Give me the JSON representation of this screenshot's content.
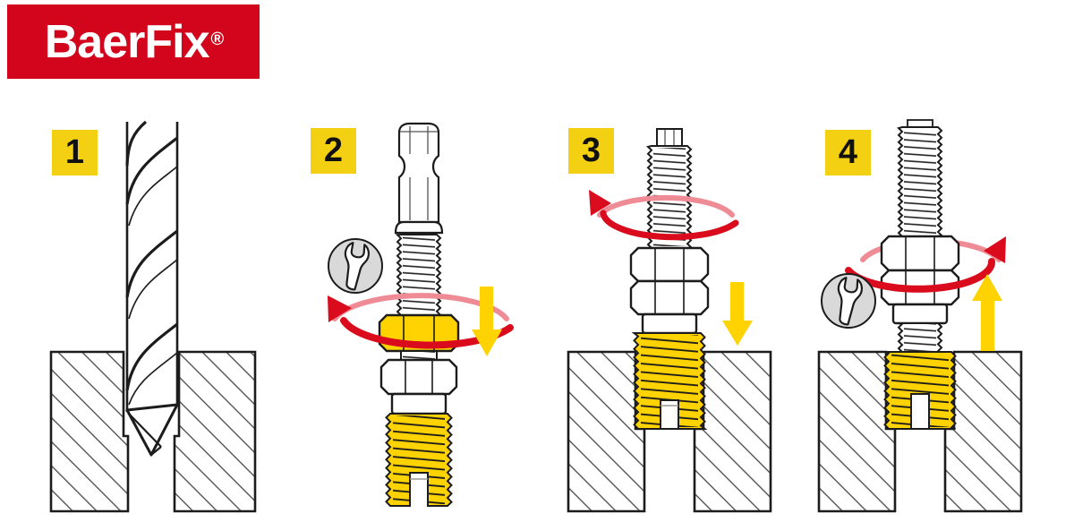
{
  "logo": {
    "text": "BaerFix",
    "registered_mark": "®"
  },
  "steps": [
    {
      "number": "1",
      "icons": [
        "drill-bit",
        "workpiece-cross-section"
      ]
    },
    {
      "number": "2",
      "icons": [
        "wrench-icon",
        "rotate-clockwise-arrow-icon",
        "arrow-down-icon",
        "thread-insert-tool"
      ]
    },
    {
      "number": "3",
      "icons": [
        "rotate-clockwise-arrow-icon",
        "arrow-down-icon",
        "thread-insert",
        "workpiece-cross-section"
      ]
    },
    {
      "number": "4",
      "icons": [
        "wrench-icon",
        "rotate-counterclockwise-arrow-icon",
        "arrow-up-icon",
        "thread-insert",
        "workpiece-cross-section"
      ]
    }
  ],
  "colors": {
    "brand-red": "#d2051c",
    "arrow-red": "#d90b1c",
    "arrow-red-light": "#ee8b94",
    "badge-yellow": "#f4d013",
    "accent-yellow": "#ffd301",
    "line": "#1c1c1c",
    "hatch-line": "#454545",
    "icon-circle-gray": "#d9d9d9"
  }
}
